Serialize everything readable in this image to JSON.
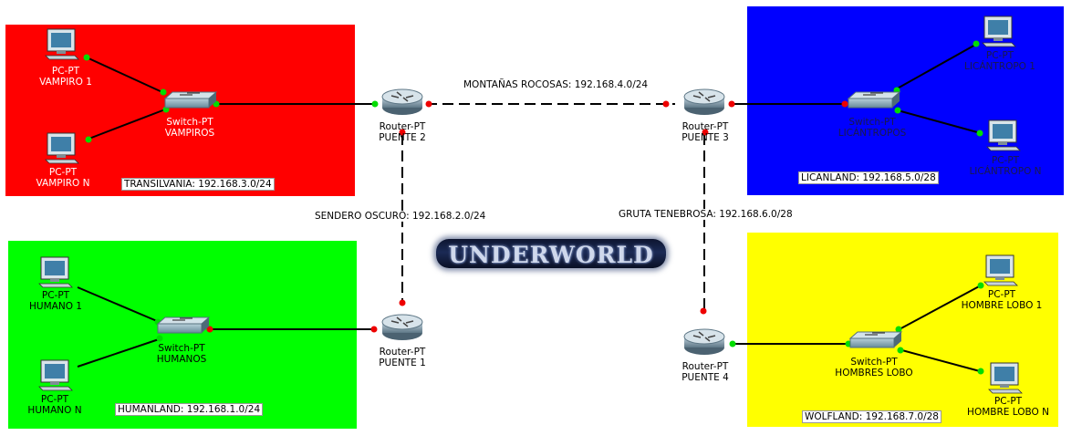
{
  "colors": {
    "transilvania": "#ff0000",
    "licanland": "#0000ff",
    "humanland": "#00ff00",
    "wolfland": "#ffff00",
    "link_up": "#00dd00",
    "link_down": "#ee0000"
  },
  "logo": {
    "text": "UNDERWORLD"
  },
  "routers": [
    {
      "type": "Router-PT",
      "name": "PUENTE 1"
    },
    {
      "type": "Router-PT",
      "name": "PUENTE 2"
    },
    {
      "type": "Router-PT",
      "name": "PUENTE 3"
    },
    {
      "type": "Router-PT",
      "name": "PUENTE 4"
    }
  ],
  "switches": [
    {
      "type": "Switch-PT",
      "name": "VAMPIROS"
    },
    {
      "type": "Switch-PT",
      "name": "LICÁNTROPOS"
    },
    {
      "type": "Switch-PT",
      "name": "HUMANOS"
    },
    {
      "type": "Switch-PT",
      "name": "HOMBRES LOBO"
    }
  ],
  "pcs": [
    {
      "type": "PC-PT",
      "name": "VAMPIRO 1"
    },
    {
      "type": "PC-PT",
      "name": "VAMPIRO N"
    },
    {
      "type": "PC-PT",
      "name": "LICÁNTROPO 1"
    },
    {
      "type": "PC-PT",
      "name": "LICÁNTROPO N"
    },
    {
      "type": "PC-PT",
      "name": "HUMANO 1"
    },
    {
      "type": "PC-PT",
      "name": "HUMANO N"
    },
    {
      "type": "PC-PT",
      "name": "HOMBRE LOBO 1"
    },
    {
      "type": "PC-PT",
      "name": "HOMBRE LOBO N"
    }
  ],
  "networks": {
    "transilvania": "TRANSILVANIA: 192.168.3.0/24",
    "licanland": "LICANLAND: 192.168.5.0/28",
    "humanland": "HUMANLAND: 192.168.1.0/24",
    "wolfland": "WOLFLAND: 192.168.7.0/28",
    "montanas": "MONTAÑAS ROCOSAS: 192.168.4.0/24",
    "sendero": "SENDERO OSCURO: 192.168.2.0/24",
    "gruta": "GRUTA TENEBROSA: 192.168.6.0/28"
  }
}
